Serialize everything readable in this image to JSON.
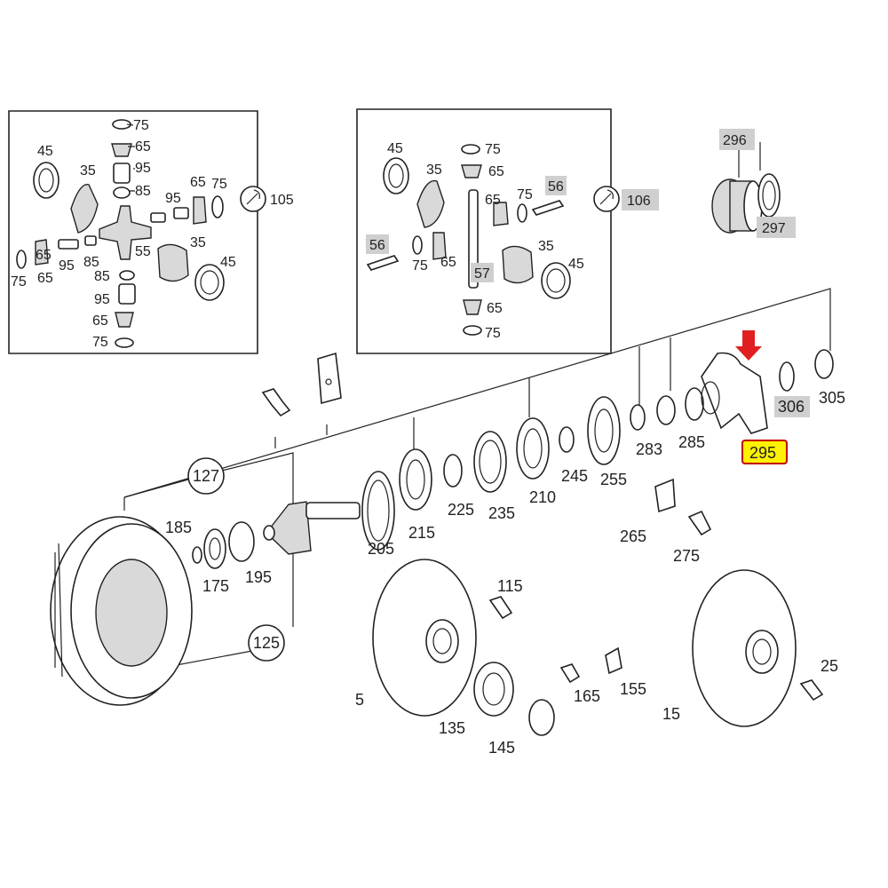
{
  "colors": {
    "arrow": "#e02020",
    "highlight_fill": "#fff200",
    "highlight_border": "#c00000",
    "label_box": "#cfcfcf"
  },
  "inset_left": {
    "labels": [
      "75",
      "65",
      "95",
      "85",
      "45",
      "35",
      "95",
      "65",
      "75",
      "55",
      "65",
      "95",
      "85",
      "75",
      "65",
      "85",
      "95",
      "65",
      "75",
      "35",
      "45"
    ],
    "ref": "105"
  },
  "inset_mid": {
    "labels": [
      "45",
      "75",
      "65",
      "35",
      "65",
      "75",
      "56",
      "75",
      "65",
      "35",
      "45",
      "65",
      "75"
    ],
    "boxed": [
      "56",
      "56",
      "57"
    ],
    "ref": "106"
  },
  "inset_right": {
    "labels": [
      "296",
      "297"
    ]
  },
  "main": {
    "labels": [
      "306",
      "305",
      "295",
      "285",
      "283",
      "255",
      "245",
      "210",
      "235",
      "225",
      "215",
      "205",
      "185",
      "175",
      "195",
      "265",
      "275",
      "115",
      "165",
      "155",
      "25",
      "135",
      "145",
      "5",
      "15"
    ],
    "circled": [
      "127",
      "125"
    ],
    "highlighted": "295"
  }
}
